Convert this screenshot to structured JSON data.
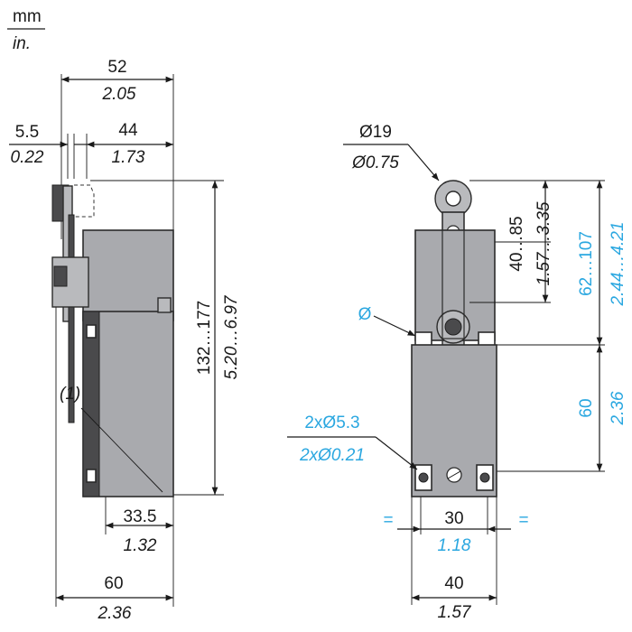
{
  "units": {
    "mm": "mm",
    "in": "in."
  },
  "side_view": {
    "overall_width": {
      "mm": "52",
      "in": "2.05"
    },
    "lever_offset": {
      "mm": "5.5",
      "in": "0.22"
    },
    "head_width": {
      "mm": "44",
      "in": "1.73"
    },
    "height_range": {
      "mm": "132…177",
      "in": "5.20…6.97"
    },
    "note_marker": "(1)",
    "base_offset": {
      "mm": "33.5",
      "in": "1.32"
    },
    "body_width": {
      "mm": "60",
      "in": "2.36"
    }
  },
  "front_view": {
    "roller_diameter": {
      "mm": "Ø19",
      "in": "Ø0.75"
    },
    "lever_length": {
      "mm": "40…85",
      "in": "1.57…3.35"
    },
    "hole_symbol": "Ø",
    "top_range": {
      "mm": "62…107",
      "in": "2.44…4.21"
    },
    "hole_spacing_v": {
      "mm": "60",
      "in": "2.36"
    },
    "mount_holes": {
      "mm": "2xØ5.3",
      "in": "2xØ0.21"
    },
    "hole_spacing_h": {
      "mm": "30",
      "in": "1.18"
    },
    "equal_mark": "=",
    "body_width": {
      "mm": "40",
      "in": "1.57"
    }
  },
  "colors": {
    "dimension_text": "#1a1a1a",
    "tolerance_blue": "#2aa7e0",
    "body_fill": "#a9aaae"
  }
}
